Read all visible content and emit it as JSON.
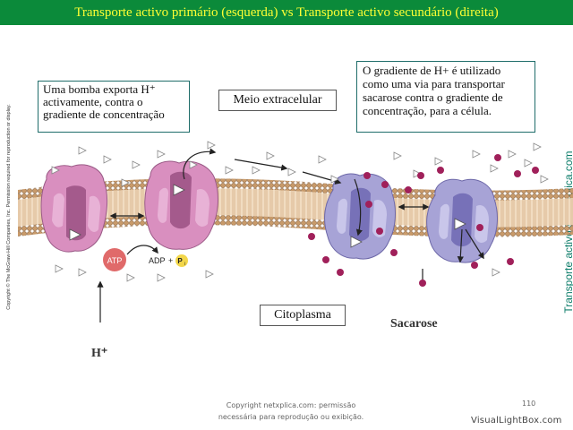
{
  "title": "Transporte activo primário (esquerda) vs Transporte activo secundário (direita)",
  "credit": "Copyright © The McGraw-Hill Companies, Inc. Permission required for reproduction or display.",
  "brand": "Transporte activo © netxplica.com",
  "callouts": {
    "left": [
      "Uma bomba exporta H⁺",
      "activamente, contra o",
      "gradiente de concentração"
    ],
    "right": [
      "O gradiente de H+ é utilizado",
      "como uma via para transportar",
      "sacarose contra o gradiente de",
      "concentração, para a célula."
    ]
  },
  "labels": {
    "extracellular": "Meio extracelular",
    "cytoplasm": "Citoplasma",
    "proton": "H⁺",
    "sucrose": "Sacarose",
    "atp": "ATP",
    "adp": "ADP",
    "plus": "+",
    "pi": "P",
    "pi_sub": "i"
  },
  "footer": {
    "copyright_line1": "Copyright netxplica.com: permissão",
    "copyright_line2": "necessária para reprodução ou exibição.",
    "page_number": "110",
    "watermark": "VisualLightBox.com"
  },
  "colors": {
    "title_bar": "#0b8a3a",
    "title_text": "#ffff33",
    "callout_border": "#1f6d6a",
    "membrane_head": "#c89a6a",
    "pump_protein": "#d98fbf",
    "symporter_protein": "#a7a3d6",
    "sucrose": "#a0205a",
    "atp": "#e06a6a",
    "pi": "#f2d64a",
    "brand": "#0d7d6a"
  }
}
